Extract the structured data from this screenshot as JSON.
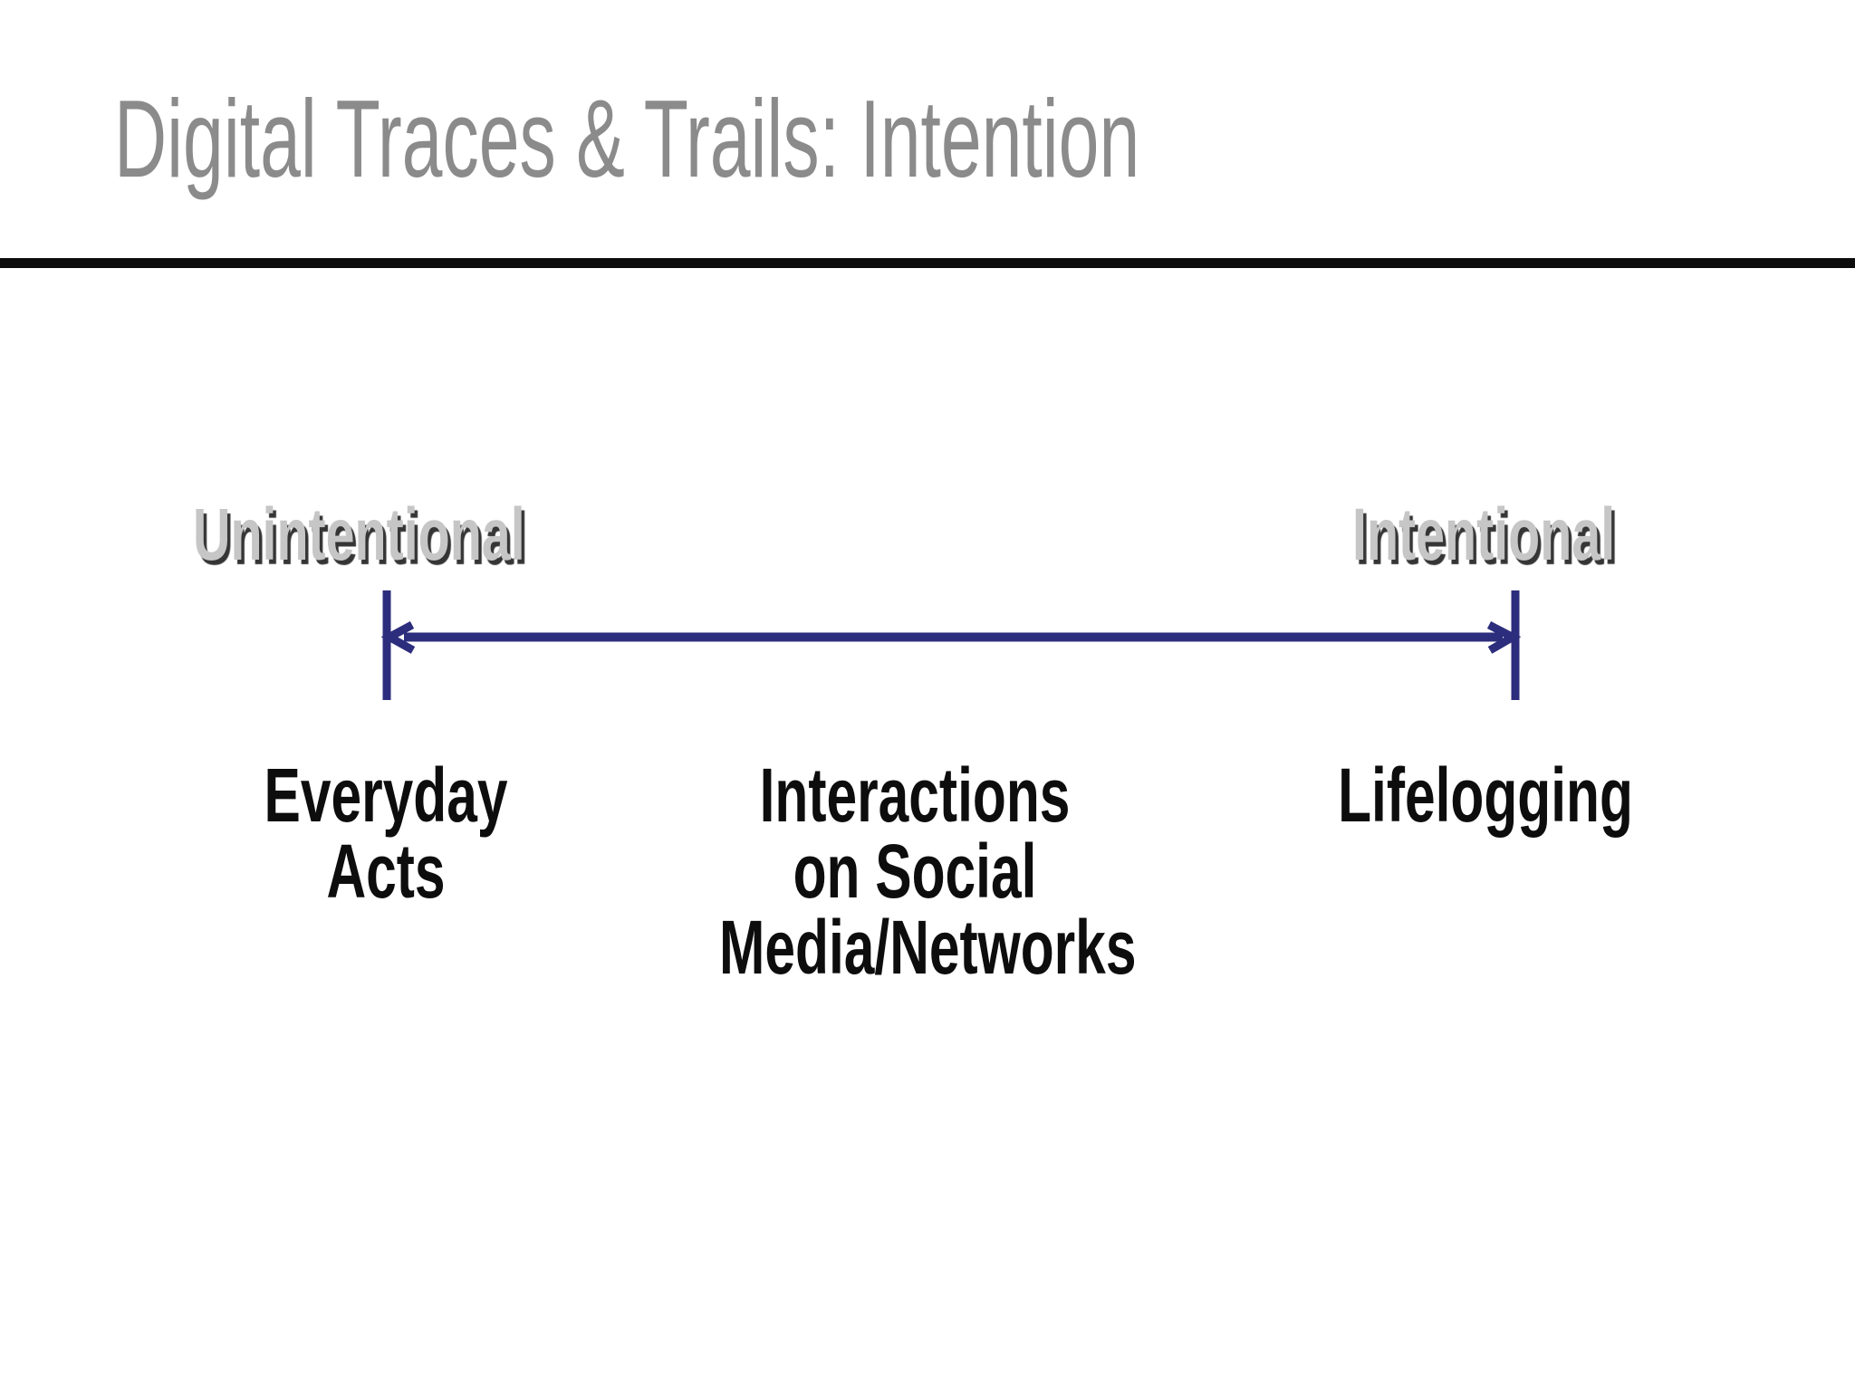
{
  "slide": {
    "title": "Digital Traces & Trails: Intention",
    "spectrum": {
      "left_label": "Unintentional",
      "right_label": "Intentional"
    },
    "categories": {
      "left": "Everyday\nActs",
      "middle": "Interactions\non Social\nMedia/Networks",
      "right": "Lifelogging"
    },
    "colors": {
      "background": "#ffffff",
      "title_text": "#8b8b8b",
      "divider": "#0c0c0c",
      "arrow": "#2d2d7d",
      "endpoint_fill": "#c6c6c6",
      "endpoint_shadow": "#191919",
      "category_text": "#0d0d0d"
    }
  }
}
